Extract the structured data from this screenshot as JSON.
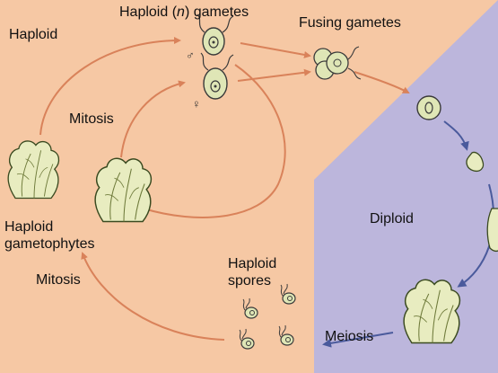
{
  "diagram": {
    "labels": {
      "haploid": "Haploid",
      "gametes_prefix": "Haploid (",
      "gametes_n": "n",
      "gametes_suffix": ") gametes",
      "fusing_gametes": "Fusing gametes",
      "mitosis_upper": "Mitosis",
      "haploid_gametophytes_line1": "Haploid",
      "haploid_gametophytes_line2": "gametophytes",
      "diploid": "Diploid",
      "mitosis_lower": "Mitosis",
      "haploid_spores_line1": "Haploid",
      "haploid_spores_line2": "spores",
      "meiosis": "Meiosis",
      "male_symbol": "♂",
      "female_symbol": "♀"
    },
    "colors": {
      "haploid_background": "#f6c8a4",
      "diploid_background": "#bcb6dc",
      "haploid_arrow": "#d9825a",
      "diploid_arrow": "#4a5a9c",
      "plant_fill": "#e8ecc0",
      "plant_stroke": "#3a4a20",
      "cell_fill": "#dfe6b6"
    }
  }
}
